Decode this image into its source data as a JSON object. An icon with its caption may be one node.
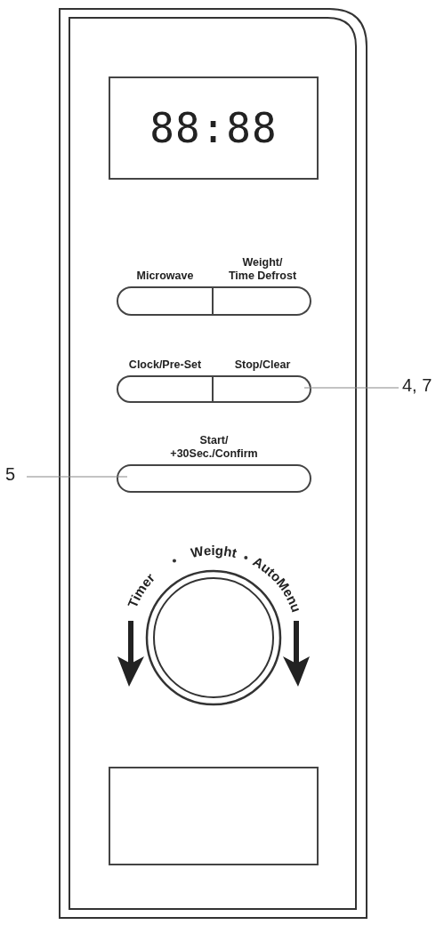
{
  "diagram": {
    "nodes": [
      {
        "text": [
          "88:88"
        ]
      },
      {
        "text": [
          "Microwave"
        ]
      },
      {
        "text": [
          "Weight/ Time Defrost"
        ]
      },
      {
        "text": [
          "Clock/Pre-Set"
        ]
      },
      {
        "text": [
          "Stop/Clear"
        ]
      },
      {
        "text": [
          "Start/ +30Sec./Confirm"
        ]
      },
      {
        "text": [
          "Timer",
          "Weight",
          "AutoMenu"
        ]
      },
      {
        "text": [],
        "shape": "box"
      },
      {
        "text": [
          "4, 7"
        ]
      },
      {
        "text": [
          "5"
        ]
      }
    ],
    "edges": [
      {
        "from": 8,
        "to": 4,
        "arrow": "none"
      },
      {
        "from": 9,
        "to": 5,
        "arrow": "none"
      }
    ]
  }
}
